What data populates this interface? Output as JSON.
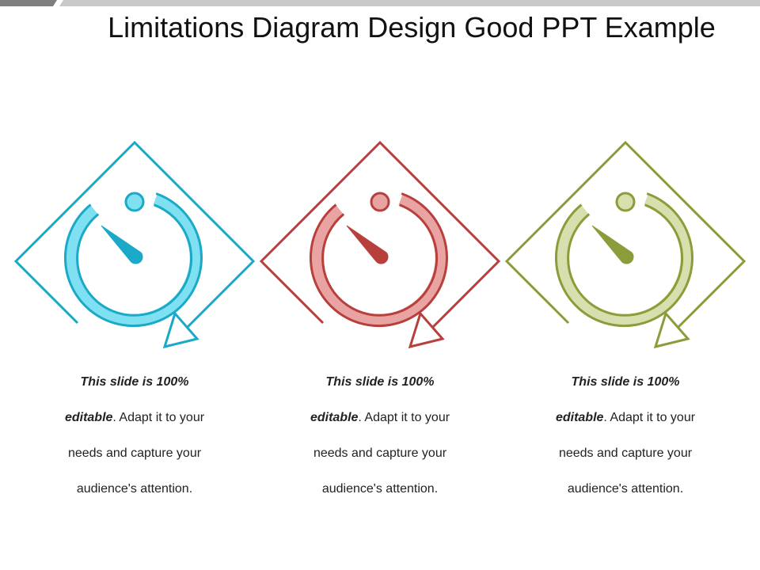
{
  "slide": {
    "title": "Limitations Diagram Design Good PPT Example"
  },
  "colors": {
    "top_bar_dark": "#7f7f7f",
    "top_bar_light": "#c9c9c9"
  },
  "items": [
    {
      "icon": "stopwatch-icon",
      "color_stroke": "#1aa9c6",
      "color_fill": "#7fe0f2",
      "text_bold_1": "This slide is 100%",
      "text_bold_2": "editable",
      "text_rest_2": ". Adapt it to your",
      "text_line_3": "needs and capture your",
      "text_line_4": "audience's attention."
    },
    {
      "icon": "stopwatch-icon",
      "color_stroke": "#b8403c",
      "color_fill": "#e8a3a2",
      "text_bold_1": "This slide is 100%",
      "text_bold_2": "editable",
      "text_rest_2": ". Adapt it to your",
      "text_line_3": "needs and capture your",
      "text_line_4": "audience's attention."
    },
    {
      "icon": "stopwatch-icon",
      "color_stroke": "#8a9d3a",
      "color_fill": "#d6dfad",
      "text_bold_1": "This slide is 100%",
      "text_bold_2": "editable",
      "text_rest_2": ". Adapt it to your",
      "text_line_3": "needs and capture your",
      "text_line_4": "audience's attention."
    }
  ]
}
